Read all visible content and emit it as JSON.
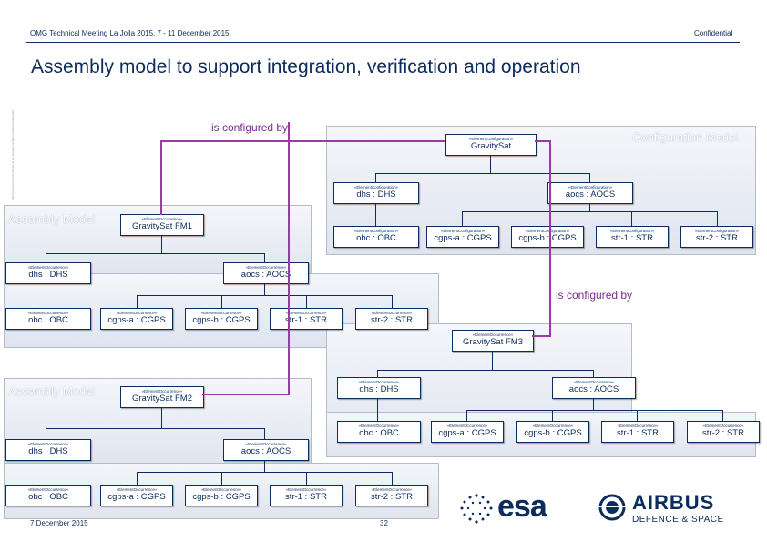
{
  "header": {
    "meeting": "OMG Technical Meeting La Jolla 2015, 7 - 11 December 2015",
    "confidential": "Confidential"
  },
  "title": "Assembly model to support integration, verification and operation",
  "links": {
    "configured_by_1": "is configured by",
    "configured_by_2": "is configured by"
  },
  "configuration_model": {
    "label": "Configuration Model",
    "root": {
      "stereotype": "«ElementConfiguration»",
      "name": "GravitySat"
    },
    "level2": [
      {
        "stereotype": "«ElementConfiguration»",
        "name": "dhs : DHS"
      },
      {
        "stereotype": "«ElementConfiguration»",
        "name": "aocs : AOCS"
      }
    ],
    "level3": [
      {
        "stereotype": "«ElementConfiguration»",
        "name": "obc : OBC"
      },
      {
        "stereotype": "«ElementConfiguration»",
        "name": "cgps-a : CGPS"
      },
      {
        "stereotype": "«ElementConfiguration»",
        "name": "cgps-b : CGPS"
      },
      {
        "stereotype": "«ElementConfiguration»",
        "name": "str-1 : STR"
      },
      {
        "stereotype": "«ElementConfiguration»",
        "name": "str-2 : STR"
      }
    ]
  },
  "assembly_fm1": {
    "label": "Assembly Model",
    "root": {
      "stereotype": "«ElementOccurrence»",
      "name": "GravitySat FM1"
    },
    "level2": [
      {
        "stereotype": "«ElementOccurrence»",
        "name": "dhs : DHS"
      },
      {
        "stereotype": "«ElementOccurrence»",
        "name": "aocs : AOCS"
      }
    ],
    "level3": [
      {
        "stereotype": "«ElementOccurrence»",
        "name": "obc : OBC"
      },
      {
        "stereotype": "«ElementOccurrence»",
        "name": "cgps-a : CGPS"
      },
      {
        "stereotype": "«ElementOccurrence»",
        "name": "cgps-b : CGPS"
      },
      {
        "stereotype": "«ElementOccurrence»",
        "name": "str-1 : STR"
      },
      {
        "stereotype": "«ElementOccurrence»",
        "name": "str-2 : STR"
      }
    ]
  },
  "assembly_fm3": {
    "root": {
      "stereotype": "«ElementOccurrence»",
      "name": "GravitySat FM3"
    },
    "level2": [
      {
        "stereotype": "«ElementOccurrence»",
        "name": "dhs : DHS"
      },
      {
        "stereotype": "«ElementOccurrence»",
        "name": "aocs : AOCS"
      }
    ],
    "level3": [
      {
        "stereotype": "«ElementOccurrence»",
        "name": "obc : OBC"
      },
      {
        "stereotype": "«ElementOccurrence»",
        "name": "cgps-a : CGPS"
      },
      {
        "stereotype": "«ElementOccurrence»",
        "name": "cgps-b : CGPS"
      },
      {
        "stereotype": "«ElementOccurrence»",
        "name": "str-1 : STR"
      },
      {
        "stereotype": "«ElementOccurrence»",
        "name": "str-2 : STR"
      }
    ]
  },
  "assembly_fm2": {
    "label": "Assembly Model",
    "root": {
      "stereotype": "«ElementOccurrence»",
      "name": "GravitySat FM2"
    },
    "level2": [
      {
        "stereotype": "«ElementOccurrence»",
        "name": "dhs : DHS"
      },
      {
        "stereotype": "«ElementOccurrence»",
        "name": "aocs : AOCS"
      }
    ],
    "level3": [
      {
        "stereotype": "«ElementOccurrence»",
        "name": "obc : OBC"
      },
      {
        "stereotype": "«ElementOccurrence»",
        "name": "cgps-a : CGPS"
      },
      {
        "stereotype": "«ElementOccurrence»",
        "name": "cgps-b : CGPS"
      },
      {
        "stereotype": "«ElementOccurrence»",
        "name": "str-1 : STR"
      },
      {
        "stereotype": "«ElementOccurrence»",
        "name": "str-2 : STR"
      }
    ]
  },
  "footer": {
    "date": "7 December 2015",
    "page": "32",
    "esa_logo": "esa",
    "airbus_name": "AIRBUS",
    "airbus_division": "DEFENCE & SPACE"
  },
  "side_text": "This document and its content is the property of Airbus Defence and Space",
  "colors": {
    "navy": "#0b2c5c",
    "link": "#9b3aa6",
    "panel": "#e6eaf2"
  }
}
